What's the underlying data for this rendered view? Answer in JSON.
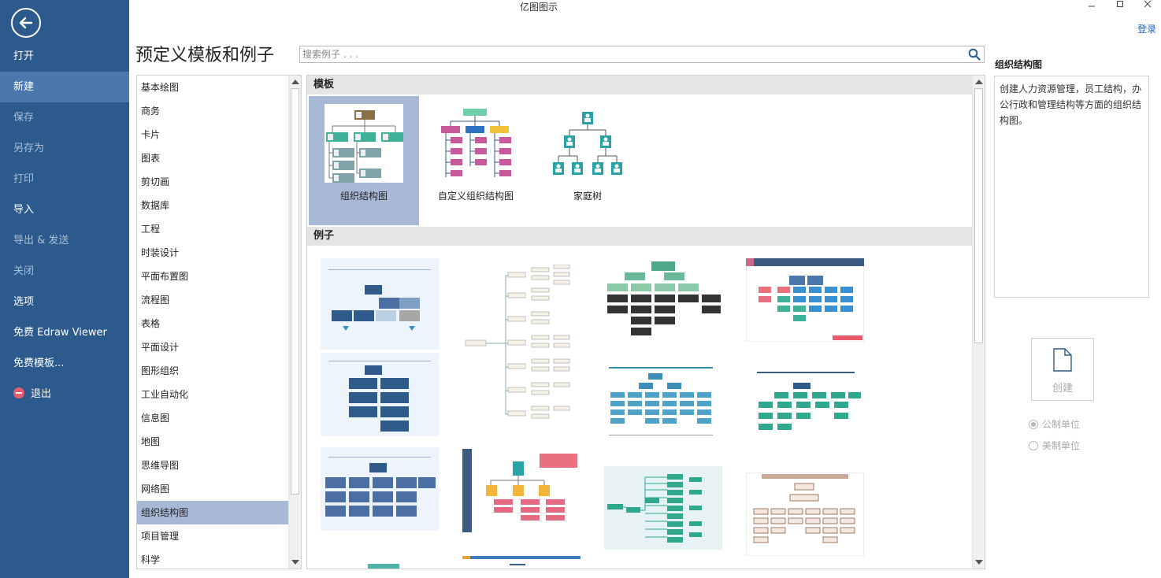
{
  "window": {
    "title": "亿图图示",
    "login": "登录"
  },
  "sidebar": {
    "items": [
      {
        "label": "打开",
        "state": "normal"
      },
      {
        "label": "新建",
        "state": "active"
      },
      {
        "label": "保存",
        "state": "disabled"
      },
      {
        "label": "另存为",
        "state": "disabled"
      },
      {
        "label": "打印",
        "state": "disabled"
      },
      {
        "label": "导入",
        "state": "normal"
      },
      {
        "label": "导出 & 发送",
        "state": "disabled"
      },
      {
        "label": "关闭",
        "state": "disabled"
      },
      {
        "label": "选项",
        "state": "normal"
      },
      {
        "label": "免费 Edraw Viewer",
        "state": "normal"
      },
      {
        "label": "免费模板...",
        "state": "normal"
      },
      {
        "label": "退出",
        "state": "normal"
      }
    ]
  },
  "page": {
    "title": "预定义模板和例子",
    "search_placeholder": "搜索例子 . . ."
  },
  "categories": {
    "selected_index": 18,
    "items": [
      "基本绘图",
      "商务",
      "卡片",
      "图表",
      "剪切画",
      "数据库",
      "工程",
      "时装设计",
      "平面布置图",
      "流程图",
      "表格",
      "平面设计",
      "图形组织",
      "工业自动化",
      "信息图",
      "地图",
      "思维导图",
      "网络图",
      "组织结构图",
      "项目管理",
      "科学"
    ]
  },
  "gallery": {
    "templates_header": "模板",
    "examples_header": "例子",
    "templates": [
      {
        "label": "组织结构图",
        "selected": true
      },
      {
        "label": "自定义组织结构图",
        "selected": false
      },
      {
        "label": "家庭树",
        "selected": false
      }
    ]
  },
  "details": {
    "title": "组织结构图",
    "description": "创建人力资源管理，员工结构，办公行政和管理结构等方面的组织结构图。"
  },
  "create": {
    "label": "创建"
  },
  "units": {
    "metric": "公制单位",
    "imperial": "美制单位",
    "selected": "metric"
  },
  "colors": {
    "sidebar": "#2d5a8c",
    "sidebar_active": "#4a78ad",
    "selection": "#a8b9d8",
    "link": "#2563b8"
  }
}
